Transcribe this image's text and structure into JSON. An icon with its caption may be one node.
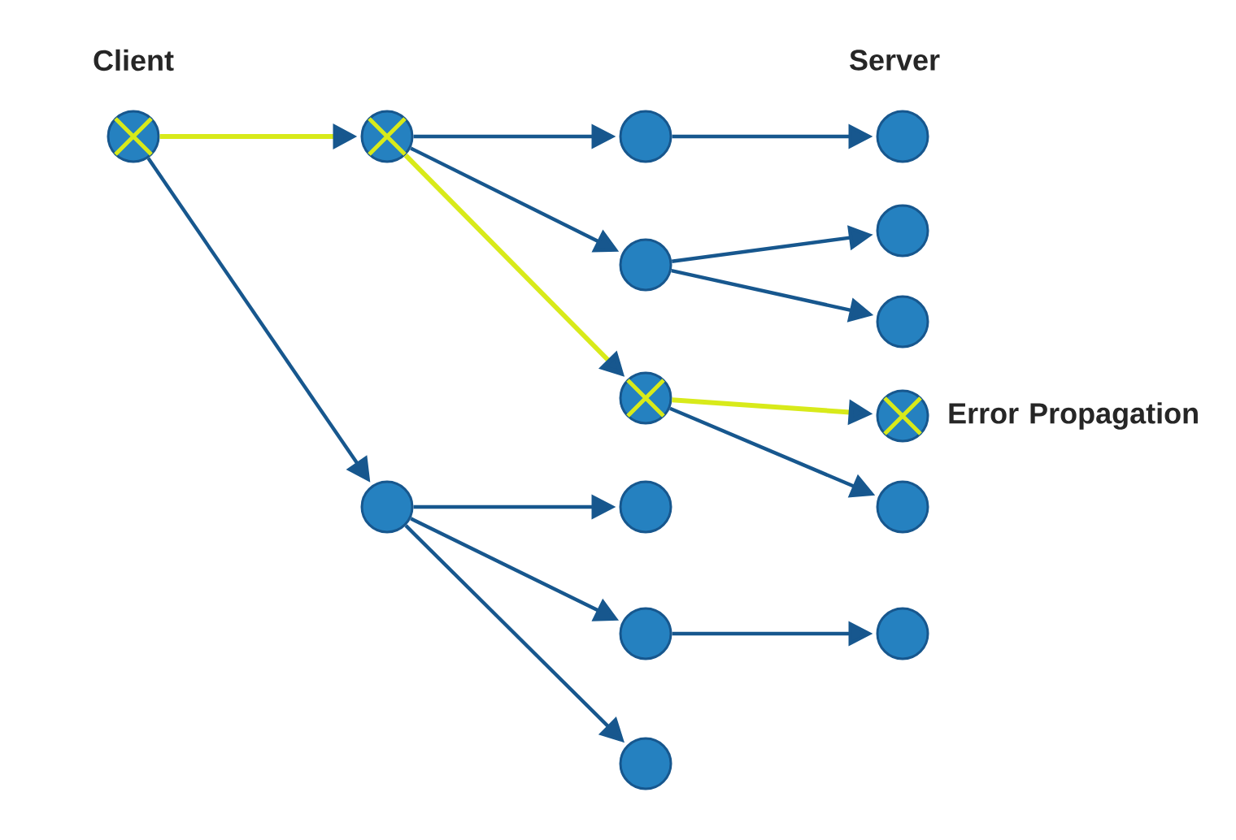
{
  "diagram": {
    "nodes": [
      {
        "text": [],
        "shape": "circle"
      },
      {
        "text": [],
        "shape": "circle"
      },
      {
        "text": [],
        "shape": "circle"
      },
      {
        "text": [],
        "shape": "circle"
      },
      {
        "text": [],
        "shape": "circle"
      },
      {
        "text": [],
        "shape": "circle"
      },
      {
        "text": [],
        "shape": "circle"
      },
      {
        "text": [],
        "shape": "circle"
      },
      {
        "text": [],
        "shape": "circle",
        "beside": [
          "Error Propagation"
        ]
      },
      {
        "text": [],
        "shape": "circle"
      },
      {
        "text": [],
        "shape": "circle"
      },
      {
        "text": [],
        "shape": "circle"
      },
      {
        "text": [],
        "shape": "circle"
      },
      {
        "text": [],
        "shape": "circle"
      },
      {
        "text": [],
        "shape": "circle"
      }
    ],
    "edges": [
      {
        "from": 0,
        "to": 1,
        "arrow": "to",
        "color": "#d8ea1a"
      },
      {
        "from": 0,
        "to": 9,
        "arrow": "to"
      },
      {
        "from": 1,
        "to": 2,
        "arrow": "to"
      },
      {
        "from": 2,
        "to": 3,
        "arrow": "to"
      },
      {
        "from": 1,
        "to": 4,
        "arrow": "to"
      },
      {
        "from": 4,
        "to": 5,
        "arrow": "to"
      },
      {
        "from": 4,
        "to": 6,
        "arrow": "to"
      },
      {
        "from": 1,
        "to": 7,
        "arrow": "to",
        "color": "#d8ea1a"
      },
      {
        "from": 7,
        "to": 8,
        "arrow": "to",
        "color": "#d8ea1a"
      },
      {
        "from": 7,
        "to": 11,
        "arrow": "to"
      },
      {
        "from": 9,
        "to": 10,
        "arrow": "to"
      },
      {
        "from": 9,
        "to": 12,
        "arrow": "to"
      },
      {
        "from": 9,
        "to": 14,
        "arrow": "to"
      },
      {
        "from": 12,
        "to": 13,
        "arrow": "to"
      }
    ],
    "labels": [
      "Client",
      "Server"
    ]
  }
}
